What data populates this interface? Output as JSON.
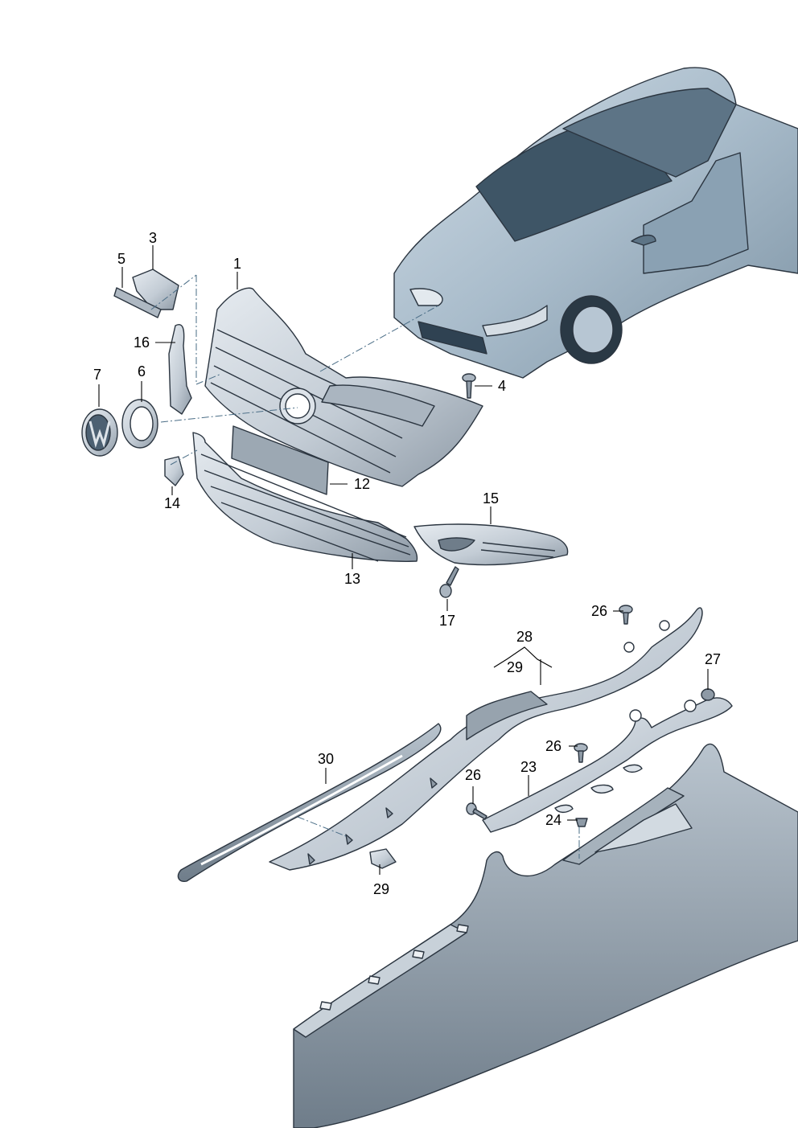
{
  "colors": {
    "part_fill": "#c3ccd5",
    "part_fill_light": "#dde3e9",
    "part_fill_dark": "#8e9aa6",
    "car_fill": "#a9bccb",
    "car_dark": "#3e5566",
    "outline": "#2b3540",
    "leader_dash": "#4a6d86"
  },
  "labels": {
    "l1": "1",
    "l3": "3",
    "l4": "4",
    "l5": "5",
    "l6": "6",
    "l7": "7",
    "l12": "12",
    "l13": "13",
    "l14": "14",
    "l15": "15",
    "l16": "16",
    "l17": "17",
    "l23": "23",
    "l24": "24",
    "l26a": "26",
    "l26b": "26",
    "l26c": "26",
    "l27": "27",
    "l28": "28",
    "l29a": "29",
    "l29b": "29",
    "l30": "30"
  }
}
